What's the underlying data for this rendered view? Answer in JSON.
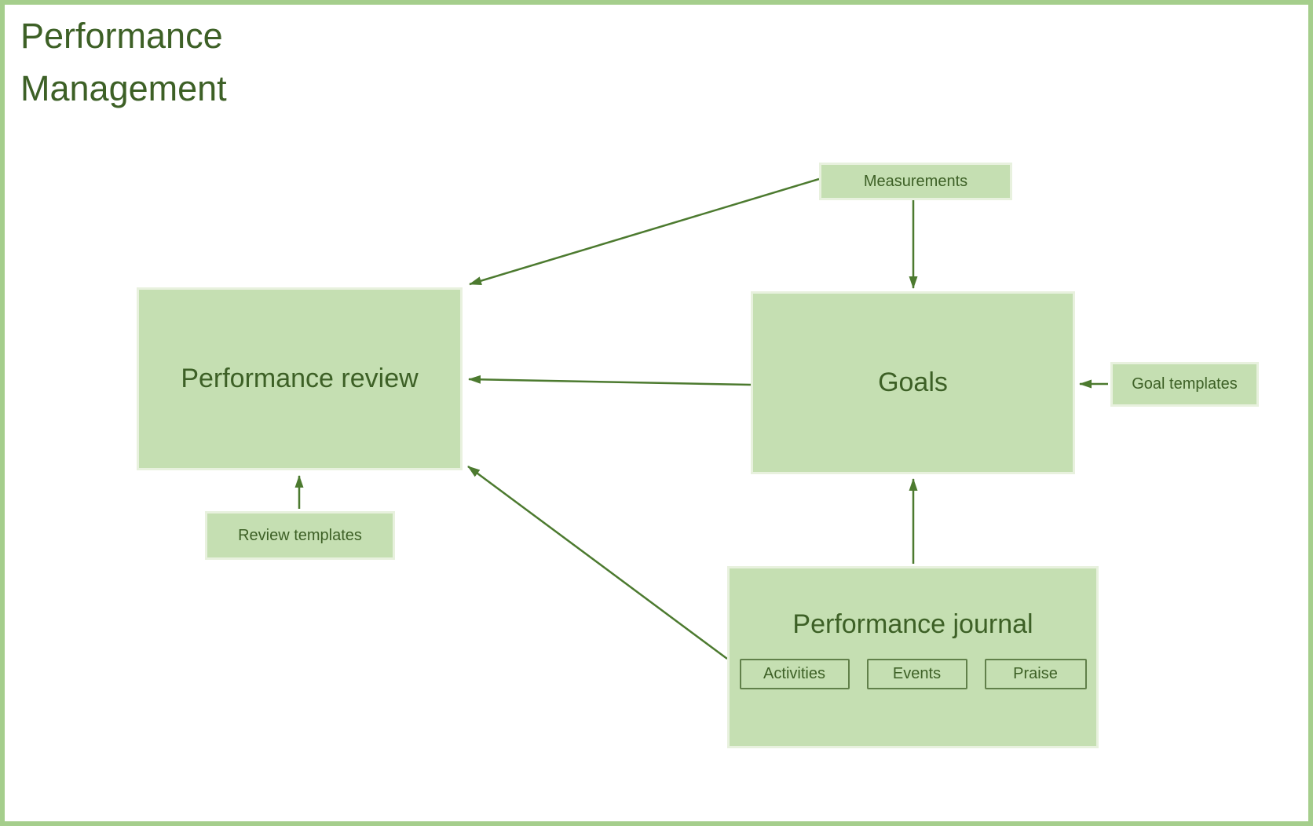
{
  "title": {
    "line1": "Performance",
    "line2": "Management"
  },
  "colors": {
    "frame_border": "#a5ce8c",
    "node_fill": "#c5dfb2",
    "node_edge": "#e8f1de",
    "text_dark_green": "#3d6026",
    "arrow": "#4c7a2f",
    "sub_box_border": "#61804a"
  },
  "nodes": {
    "performance_review": {
      "label": "Performance review"
    },
    "goals": {
      "label": "Goals"
    },
    "performance_journal": {
      "label": "Performance journal",
      "items": [
        {
          "label": "Activities"
        },
        {
          "label": "Events"
        },
        {
          "label": "Praise"
        }
      ]
    },
    "measurements": {
      "label": "Measurements"
    },
    "goal_templates": {
      "label": "Goal templates"
    },
    "review_templates": {
      "label": "Review templates"
    }
  },
  "connections": [
    {
      "from": "measurements",
      "to": "performance_review"
    },
    {
      "from": "measurements",
      "to": "goals"
    },
    {
      "from": "goals",
      "to": "performance_review"
    },
    {
      "from": "goal_templates",
      "to": "goals"
    },
    {
      "from": "review_templates",
      "to": "performance_review"
    },
    {
      "from": "performance_journal",
      "to": "goals"
    },
    {
      "from": "performance_journal",
      "to": "performance_review"
    }
  ]
}
